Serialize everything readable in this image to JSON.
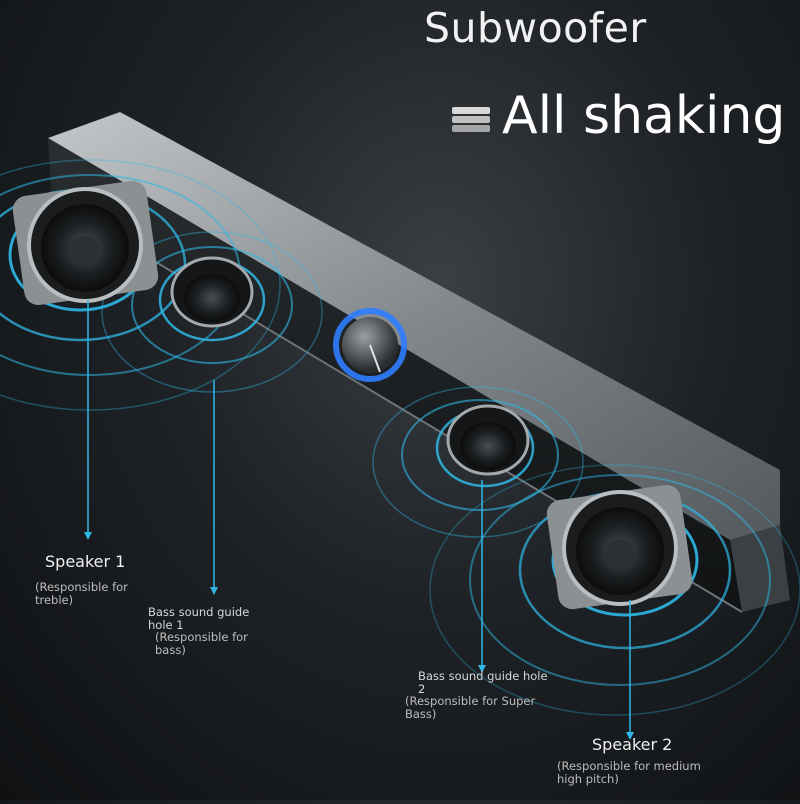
{
  "header": {
    "title": "Subwoofer",
    "subtitle": "All shaking"
  },
  "callouts": {
    "speaker1": {
      "name": "Speaker 1",
      "note": "(Responsible for treble)"
    },
    "bass_hole1": {
      "name": "Bass sound guide hole 1",
      "note": "(Responsible for bass)"
    },
    "bass_hole2": {
      "name": "Bass sound guide hole 2",
      "note": "(Responsible for Super Bass)"
    },
    "speaker2": {
      "name": "Speaker 2",
      "note": "(Responsible for medium high pitch)"
    }
  },
  "colors": {
    "wave": "#2fb8e6",
    "knob_glow": "#2f7dff"
  },
  "icons": [
    "speaker-stack-icon"
  ]
}
